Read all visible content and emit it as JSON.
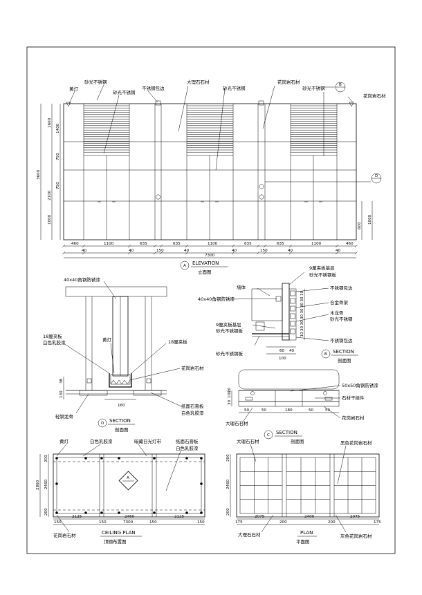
{
  "elevation": {
    "title_en": "ELEVATION",
    "title_cn": "立面图",
    "marker": "A",
    "callouts": {
      "lamp": "黄灯",
      "satin_ss_1": "砂光不锈钢",
      "satin_ss_2": "砂光不锈钢",
      "ss_wrap": "不锈钢包边",
      "marble": "大理石石材",
      "satin_ss_3": "砂光不锈钢",
      "granite_1": "花岗岩石材",
      "granite_2": "花岗岩石材",
      "satin_ss_4": "砂光不锈钢"
    },
    "section_markers": {
      "top": "B",
      "side": "D"
    },
    "left_dims": {
      "total": "3600",
      "top": "1600",
      "mid": "1400",
      "a": "750",
      "b": "750",
      "c": "2100",
      "bottom": "1000"
    },
    "right_dims": {
      "a": "600",
      "b": "1000"
    },
    "bottom_dims_row1": [
      "460",
      "1100",
      "635",
      "635",
      "1100",
      "635",
      "635",
      "1100",
      "460"
    ],
    "bottom_dims_row2": [
      "40",
      "40",
      "150",
      "40",
      "40",
      "150",
      "40",
      "40"
    ],
    "bottom_total": "7300"
  },
  "section_d": {
    "title_en": "SECTION",
    "title_cn": "剖面图",
    "marker": "D",
    "callouts": {
      "angle_steel": "40x40角钢防锈漆",
      "plywood_left": "18厘夹板",
      "latex_left": "白色乳胶漆",
      "lamp": "黄灯",
      "plywood_right": "18厘夹板",
      "granite": "花岗岩石材",
      "gypsum": "纸面石膏板",
      "latex_right": "白色乳胶漆",
      "keel": "轻钢龙骨"
    },
    "dims": {
      "a": "38",
      "b": "130",
      "width": "160"
    }
  },
  "section_b": {
    "title_en": "SECTION",
    "title_cn": "剖面图",
    "marker": "B",
    "callouts": {
      "base": "9厘夹板基层",
      "satin": "砂光不锈钢板",
      "wall": "墙体",
      "ss_wrap": "不锈钢包边",
      "angle": "40x40角钢防锈漆",
      "alloy_keel": "合金骨架",
      "wood_keel": "木龙骨",
      "satin_ss": "砂光不锈钢",
      "base2": "9厘夹板基层",
      "satin2": "砂光不锈钢板",
      "ss_wrap2": "不锈钢包边",
      "satin_bottom": "砂光不锈钢板"
    },
    "right_dims": [
      "10",
      "30",
      "30",
      "30",
      "30",
      "30",
      "30",
      "10"
    ],
    "bottom_dims": {
      "a": "60",
      "b": "40",
      "total": "100"
    }
  },
  "section_c": {
    "title_en": "SECTION",
    "title_cn": "剖面图",
    "marker": "C",
    "callouts": {
      "angle": "50x50角钢防锈漆",
      "hanger": "石材干挂件",
      "granite": "花岗岩石材",
      "marble": "大理石石材"
    },
    "left_dims": [
      "100",
      "20",
      "30"
    ],
    "bottom_dims": [
      "50",
      "50",
      "180",
      "50",
      "50"
    ]
  },
  "ceiling_plan": {
    "title_en": "CEILING PLAN",
    "title_cn": "顶棚布置图",
    "callouts": {
      "lamp": "黄灯",
      "latex": "白色乳胶漆",
      "fluorescent": "暗藏日光灯带",
      "gypsum": "纸面石膏板",
      "latex2": "白色乳胶漆",
      "granite": "花岗岩石材"
    },
    "marker": "A",
    "left_dims": {
      "total": "2860",
      "top": "200",
      "mid": "2460",
      "bottom": "200"
    },
    "bottom_dims_row1": [
      "2125",
      "2460",
      "2125"
    ],
    "bottom_dims_row2": [
      "150",
      "150",
      "7300",
      "150",
      "150"
    ]
  },
  "plan": {
    "title_en": "PLAN",
    "title_cn": "平面图",
    "callouts": {
      "marble_top": "大理石石材",
      "black_granite": "黑色花岗岩石材",
      "marble_bottom": "大理石石材",
      "grey_granite": "灰色花岗岩石材"
    },
    "left_dims": [
      "200",
      "2460",
      "200"
    ],
    "bottom_dims_row1": [
      "2075",
      "2400",
      "2075"
    ],
    "bottom_dims_row2": [
      "175",
      "200",
      "200",
      "175"
    ]
  }
}
